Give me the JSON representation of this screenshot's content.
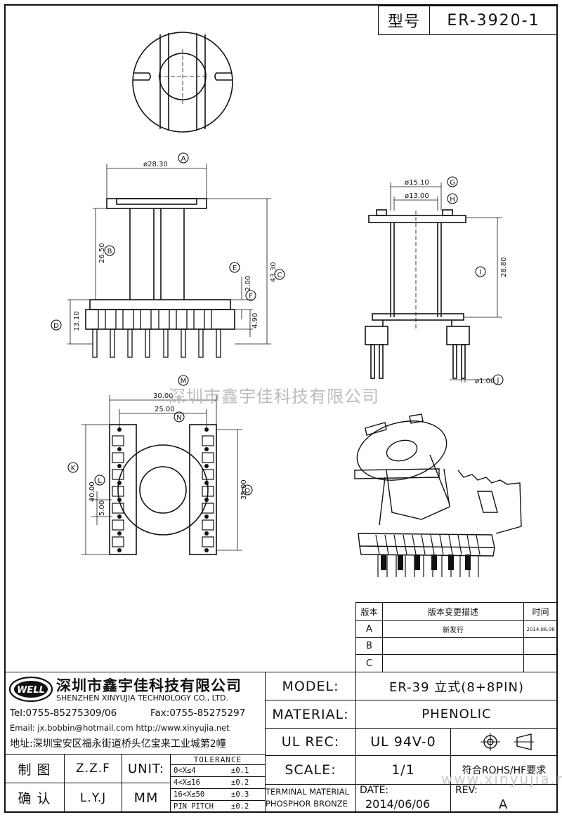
{
  "header": {
    "model_label": "型号",
    "model_value": "ER-3920-1"
  },
  "dims": {
    "d_a": "ø28.30",
    "d_b": "26.50",
    "d_c": "43.30",
    "d_d": "13.10",
    "d_e": "2.00",
    "d_f": "4.90",
    "d_g": "ø15.10",
    "d_h": "ø13.00",
    "d_i": "28.80",
    "d_j": "ø1.00",
    "d_m": "30.00",
    "d_n": "25.00",
    "d_k": "40.00",
    "d_l": "5.00",
    "d_o": "35.00"
  },
  "markers": {
    "a": "A",
    "b": "B",
    "c": "C",
    "d": "D",
    "e": "E",
    "f": "F",
    "g": "G",
    "h": "H",
    "i": "I",
    "j": "J",
    "k": "K",
    "l": "L",
    "m": "M",
    "n": "N",
    "o": "O"
  },
  "watermarks": {
    "center": "深圳市鑫宇佳科技有限公司",
    "footer": "www.xinyujia.net"
  },
  "revision": {
    "header_version": "版本",
    "header_desc": "版本变更描述",
    "header_time": "时间",
    "rows": [
      {
        "ver": "A",
        "desc": "新发行",
        "time": "2014.06.06"
      },
      {
        "ver": "B",
        "desc": "",
        "time": ""
      },
      {
        "ver": "C",
        "desc": "",
        "time": ""
      }
    ]
  },
  "company": {
    "logo_text": "WELL",
    "name_cn": "深圳市鑫宇佳科技有限公司",
    "name_en": "SHENZHEN XINYUJIA TECHNOLOGY CO., LTD.",
    "tel": "Tel:0755-85275309/06",
    "fax": "Fax:0755-85275297",
    "email": "Email: jx.bobbin@hotmail.com http://www.xinyujia.net",
    "address": "地址:深圳宝安区福永街道桥头亿宝来工业城第2幢"
  },
  "title_block": {
    "model_label": "MODEL:",
    "model_value": "ER-39 立式(8+8PIN)",
    "material_label": "MATERIAL:",
    "material_value": "PHENOLIC",
    "ulrec_label": "UL REC:",
    "ulrec_value": "UL 94V-0",
    "scale_label": "SCALE:",
    "scale_value": "1/1",
    "rohs": "符合ROHS/HF要求",
    "terminal_line1": "TERMINAL MATERIAL",
    "terminal_line2": "PHOSPHOR BRONZE",
    "date_label": "DATE:",
    "date_value": "2014/06/06",
    "rev_label": "REV:",
    "rev_value": "A"
  },
  "signoff": {
    "draw_label": "制 图",
    "draw_name": "Z.Z.F",
    "check_label": "确 认",
    "check_name": "L.Y.J",
    "unit_label": "UNIT:",
    "unit_value": "MM"
  },
  "tolerance": {
    "title": "TOLERANCE",
    "rows": [
      {
        "range": "0<X≤4",
        "value": "±0.1"
      },
      {
        "range": "4<X≤16",
        "value": "±0.2"
      },
      {
        "range": "16<X≤50",
        "value": "±0.3"
      },
      {
        "range": "PIN PITCH",
        "value": "±0.2"
      }
    ]
  }
}
